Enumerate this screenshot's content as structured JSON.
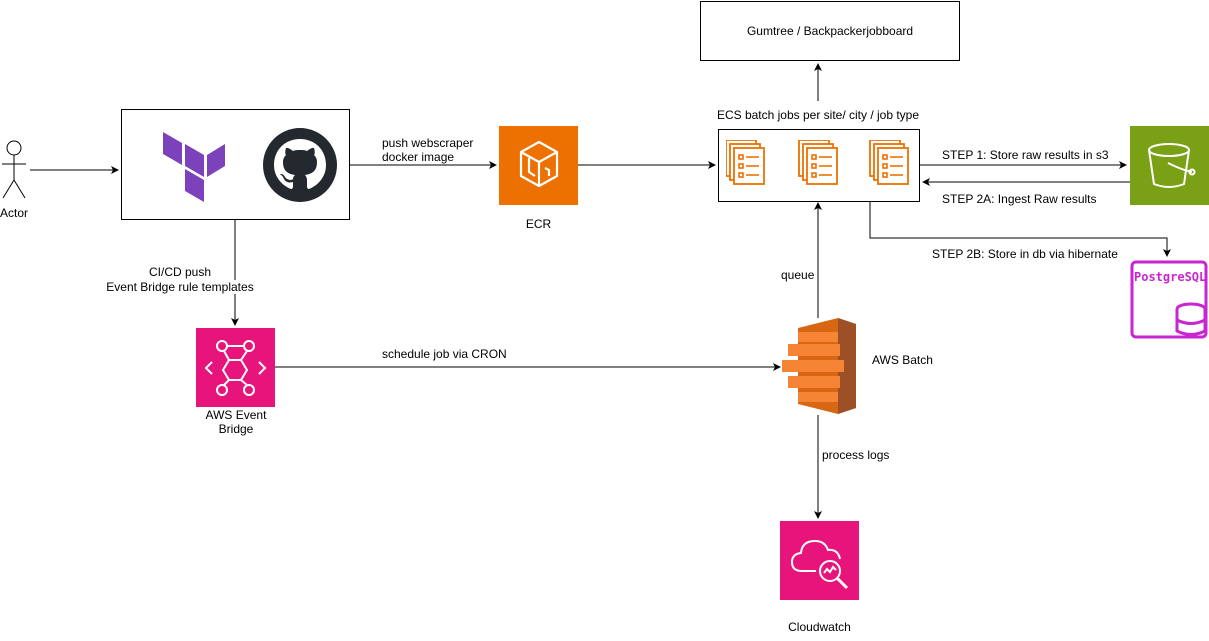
{
  "nodes": {
    "actor": {
      "label": "Actor"
    },
    "ci_box": {
      "label": ""
    },
    "ecr": {
      "label": "ECR"
    },
    "ecs": {
      "label": "ECS batch jobs per site/ city / job type"
    },
    "gumtree": {
      "label": "Gumtree / Backpackerjobboard"
    },
    "s3": {
      "label": ""
    },
    "postgres": {
      "label": "PostgreSQL"
    },
    "eventbridge": {
      "label_line1": "AWS Event",
      "label_line2": "Bridge"
    },
    "batch": {
      "label": "AWS Batch"
    },
    "cloudwatch": {
      "label": "Cloudwatch"
    }
  },
  "edges": {
    "push_image": {
      "line1": "push webscraper",
      "line2": "docker image"
    },
    "cicd": {
      "line1": "CI/CD push",
      "line2": "Event Bridge rule templates"
    },
    "schedule": {
      "label": "schedule job via CRON"
    },
    "queue": {
      "label": "queue"
    },
    "process_logs": {
      "label": "process logs"
    },
    "step1": {
      "label": "STEP 1: Store raw results in s3"
    },
    "step2a": {
      "label": "STEP 2A: Ingest Raw results"
    },
    "step2b": {
      "label": "STEP 2B: Store in db via hibernate"
    }
  },
  "colors": {
    "ecr_orange": "#ED7100",
    "eventbridge_pink": "#E7157B",
    "cloudwatch_pink": "#E7157B",
    "s3_green": "#7AA116",
    "postgres_magenta": "#C925D1",
    "terraform_purple": "#7B42BC",
    "github_dark": "#24292F",
    "batch_orange": "#F58534"
  },
  "icons": [
    "actor-icon",
    "terraform-icon",
    "github-icon",
    "ecr-icon",
    "ecs-jobs-icon",
    "s3-bucket-icon",
    "postgresql-icon",
    "eventbridge-icon",
    "aws-batch-icon",
    "cloudwatch-icon"
  ]
}
